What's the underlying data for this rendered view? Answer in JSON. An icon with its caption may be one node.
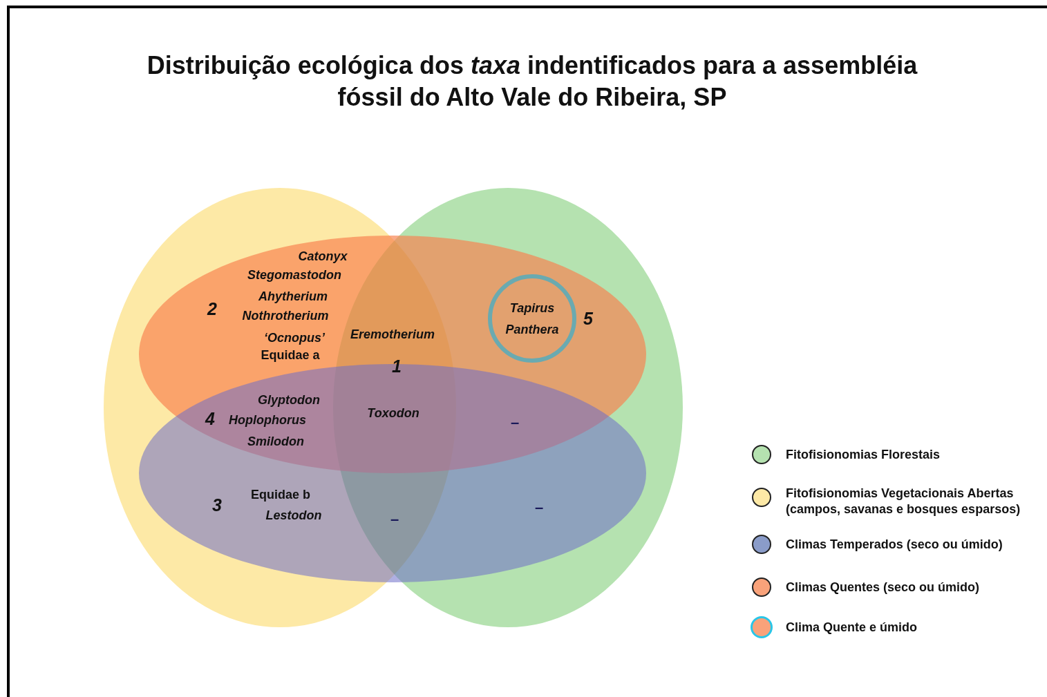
{
  "diagram": {
    "title": "Distribuição ecológica dos *taxa* indentificados para a assembléia fóssil do Alto Vale do Ribeira, SP",
    "nodes": [
      {
        "text": [
          "Tapirus",
          "Panthera"
        ],
        "beside": [
          "5"
        ]
      }
    ],
    "labels": [
      "Catonyx",
      "Stegomastodon",
      "Ahytherium",
      "2",
      "Nothrotherium",
      "‘Ocnopus’",
      "Eremotherium",
      "Equidae a",
      "1",
      "Glyptodon",
      "Toxodon",
      "4",
      "Hoplophorus",
      "–",
      "Smilodon",
      "Equidae b",
      "3",
      "–",
      "Lestodon",
      "–"
    ],
    "legend": [
      {
        "text": "Fitofisionomias Florestais",
        "color": "#b5e2b0"
      },
      {
        "text": "Fitofisionomias Vegetacionais Abertas (campos, savanas e bosques esparsos)",
        "color": "#fde9a6"
      },
      {
        "text": "Climas Temperados (seco ou úmido)",
        "color": "#8a9cc9"
      },
      {
        "text": "Climas Quentes (seco ou úmido)",
        "color": "#f9a27a"
      },
      {
        "text": "Clima Quente e úmido",
        "color": "#f9a27a"
      }
    ]
  }
}
